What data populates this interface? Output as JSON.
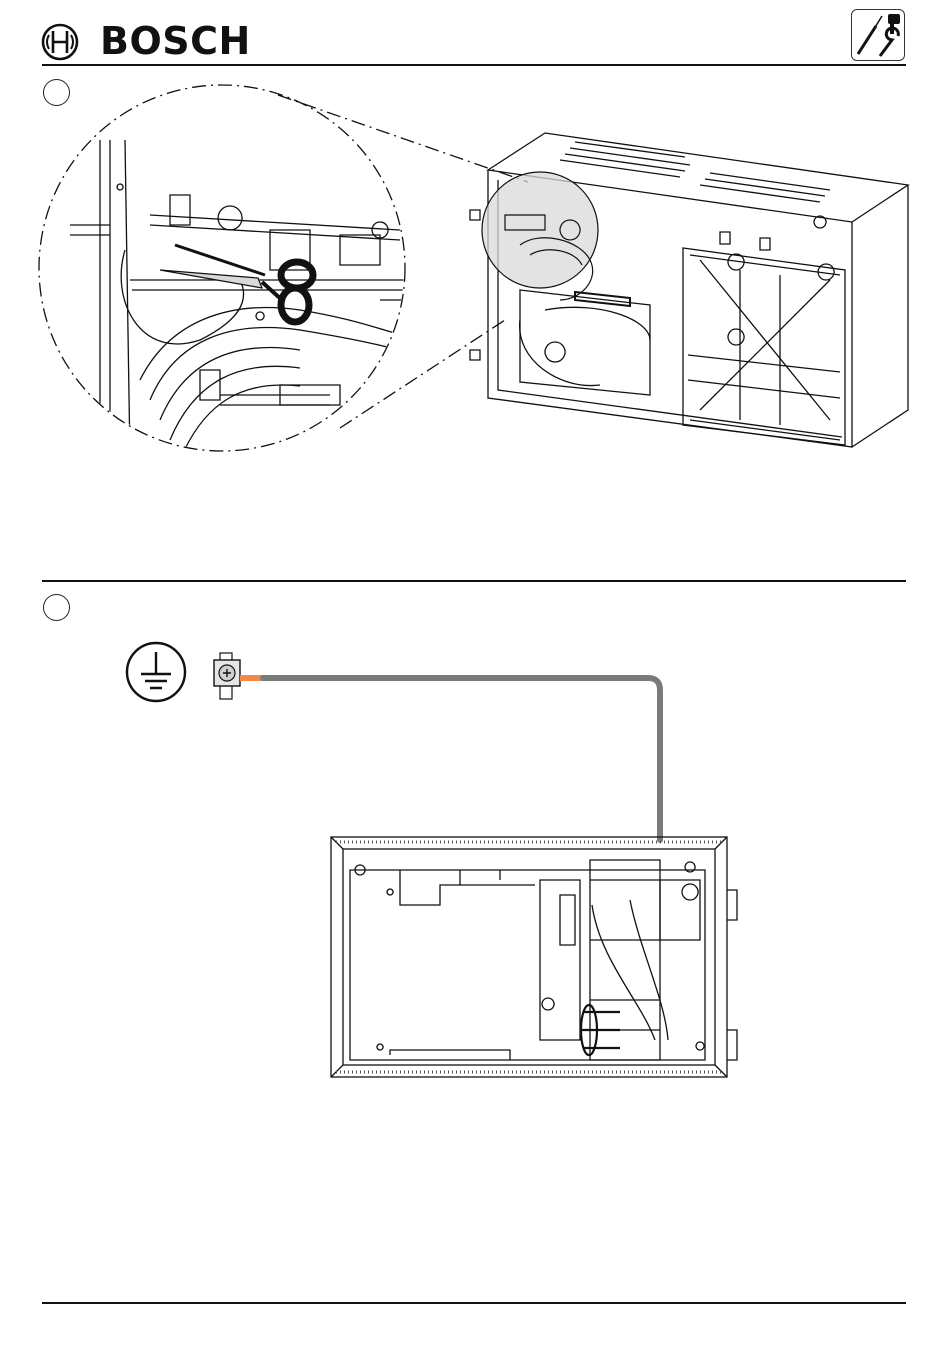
{
  "header": {
    "brand_name": "BOSCH",
    "logo_icon": "bosch-armature-logo-icon",
    "tools_icon": "screwdriver-wrench-tools-icon"
  },
  "steps": [
    {
      "number": "",
      "illustration": "cut-cable-tie-with-scissors",
      "icons": [
        "scissors-icon"
      ]
    },
    {
      "number": "",
      "illustration": "connect-ground-cable-to-earth-terminal",
      "icons": [
        "protective-earth-icon",
        "ground-screw-terminal-icon"
      ]
    }
  ],
  "colors": {
    "ground_cable": "#7a7a7a",
    "ground_cable_tip": "#f08a4b",
    "line": "#111111"
  }
}
